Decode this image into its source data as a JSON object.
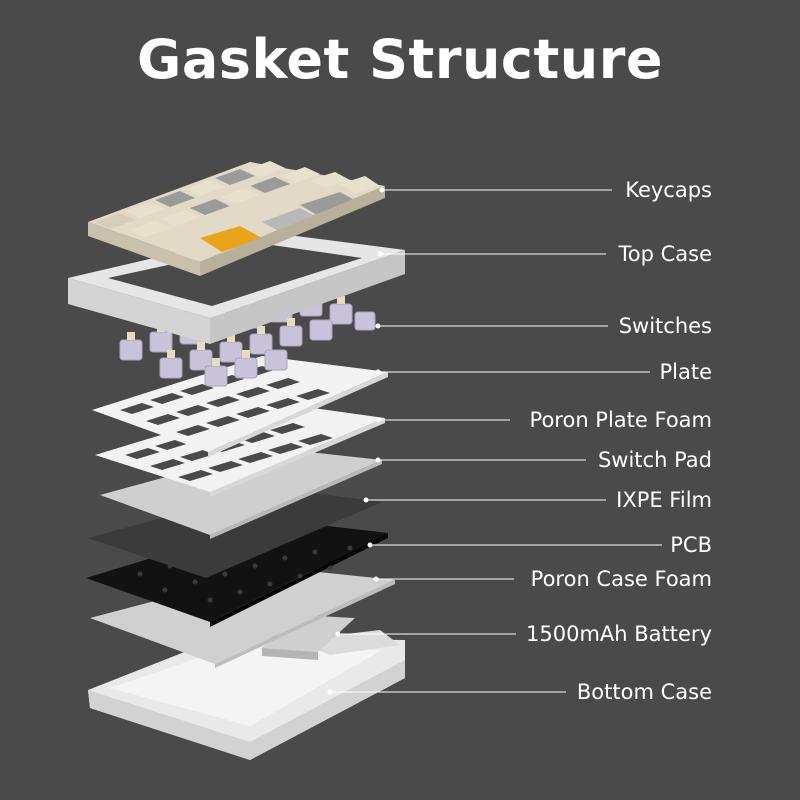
{
  "title": "Gasket Structure",
  "layers": [
    {
      "key": "keycaps",
      "label": "Keycaps"
    },
    {
      "key": "top_case",
      "label": "Top Case"
    },
    {
      "key": "switches",
      "label": "Switches"
    },
    {
      "key": "plate",
      "label": "Plate"
    },
    {
      "key": "poron_plate_foam",
      "label": "Poron Plate Foam"
    },
    {
      "key": "switch_pad",
      "label": "Switch Pad"
    },
    {
      "key": "ixpe_film",
      "label": "IXPE Film"
    },
    {
      "key": "pcb",
      "label": "PCB"
    },
    {
      "key": "poron_case_foam",
      "label": "Poron Case Foam"
    },
    {
      "key": "battery",
      "label": "1500mAh Battery"
    },
    {
      "key": "bottom_case",
      "label": "Bottom Case"
    }
  ],
  "colors": {
    "background": "#4a4a4a",
    "text": "#ffffff",
    "leader_line": "#ffffff",
    "keycap_cream": "#e2dac6",
    "keycap_gray": "#9b9b9b",
    "keycap_accent": "#e8a51c",
    "case_white": "#efefef",
    "switch_lavender": "#c9c3dc",
    "pcb_black": "#111111",
    "film_dark": "#3a3a3a"
  }
}
